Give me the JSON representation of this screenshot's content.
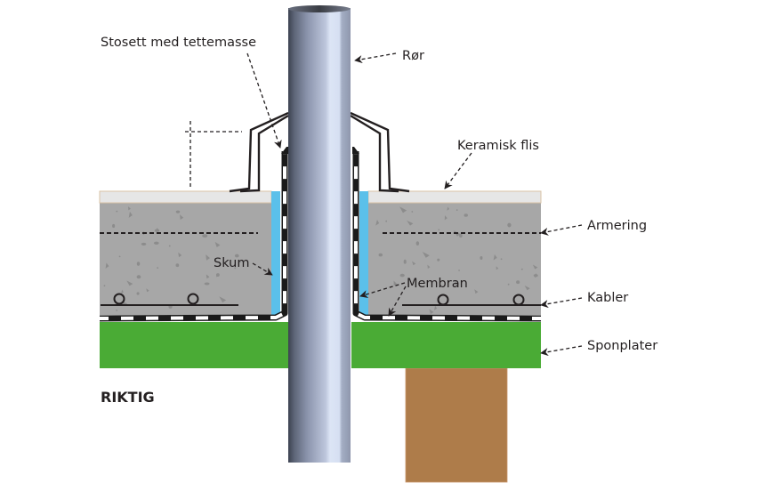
{
  "diagram": {
    "title": "RIKTIG",
    "labels": {
      "collar": "Stosett med tettemasse",
      "pipe": "Rør",
      "tile": "Keramisk flis",
      "reinforcement": "Armering",
      "foam": "Skum",
      "membrane": "Membran",
      "cables": "Kabler",
      "chipboard": "Sponplater"
    },
    "colors": {
      "tile": "#e6e6e6",
      "tile_border": "#d9c3a5",
      "concrete": "#a7a7a7",
      "concrete_specks": "#8c8c8c",
      "foam": "#5bc0ea",
      "chipboard": "#4aab35",
      "joist": "#ae7c4a",
      "membrane_dark": "#1a1a1a",
      "membrane_light": "#ffffff",
      "ink": "#231f20"
    }
  }
}
